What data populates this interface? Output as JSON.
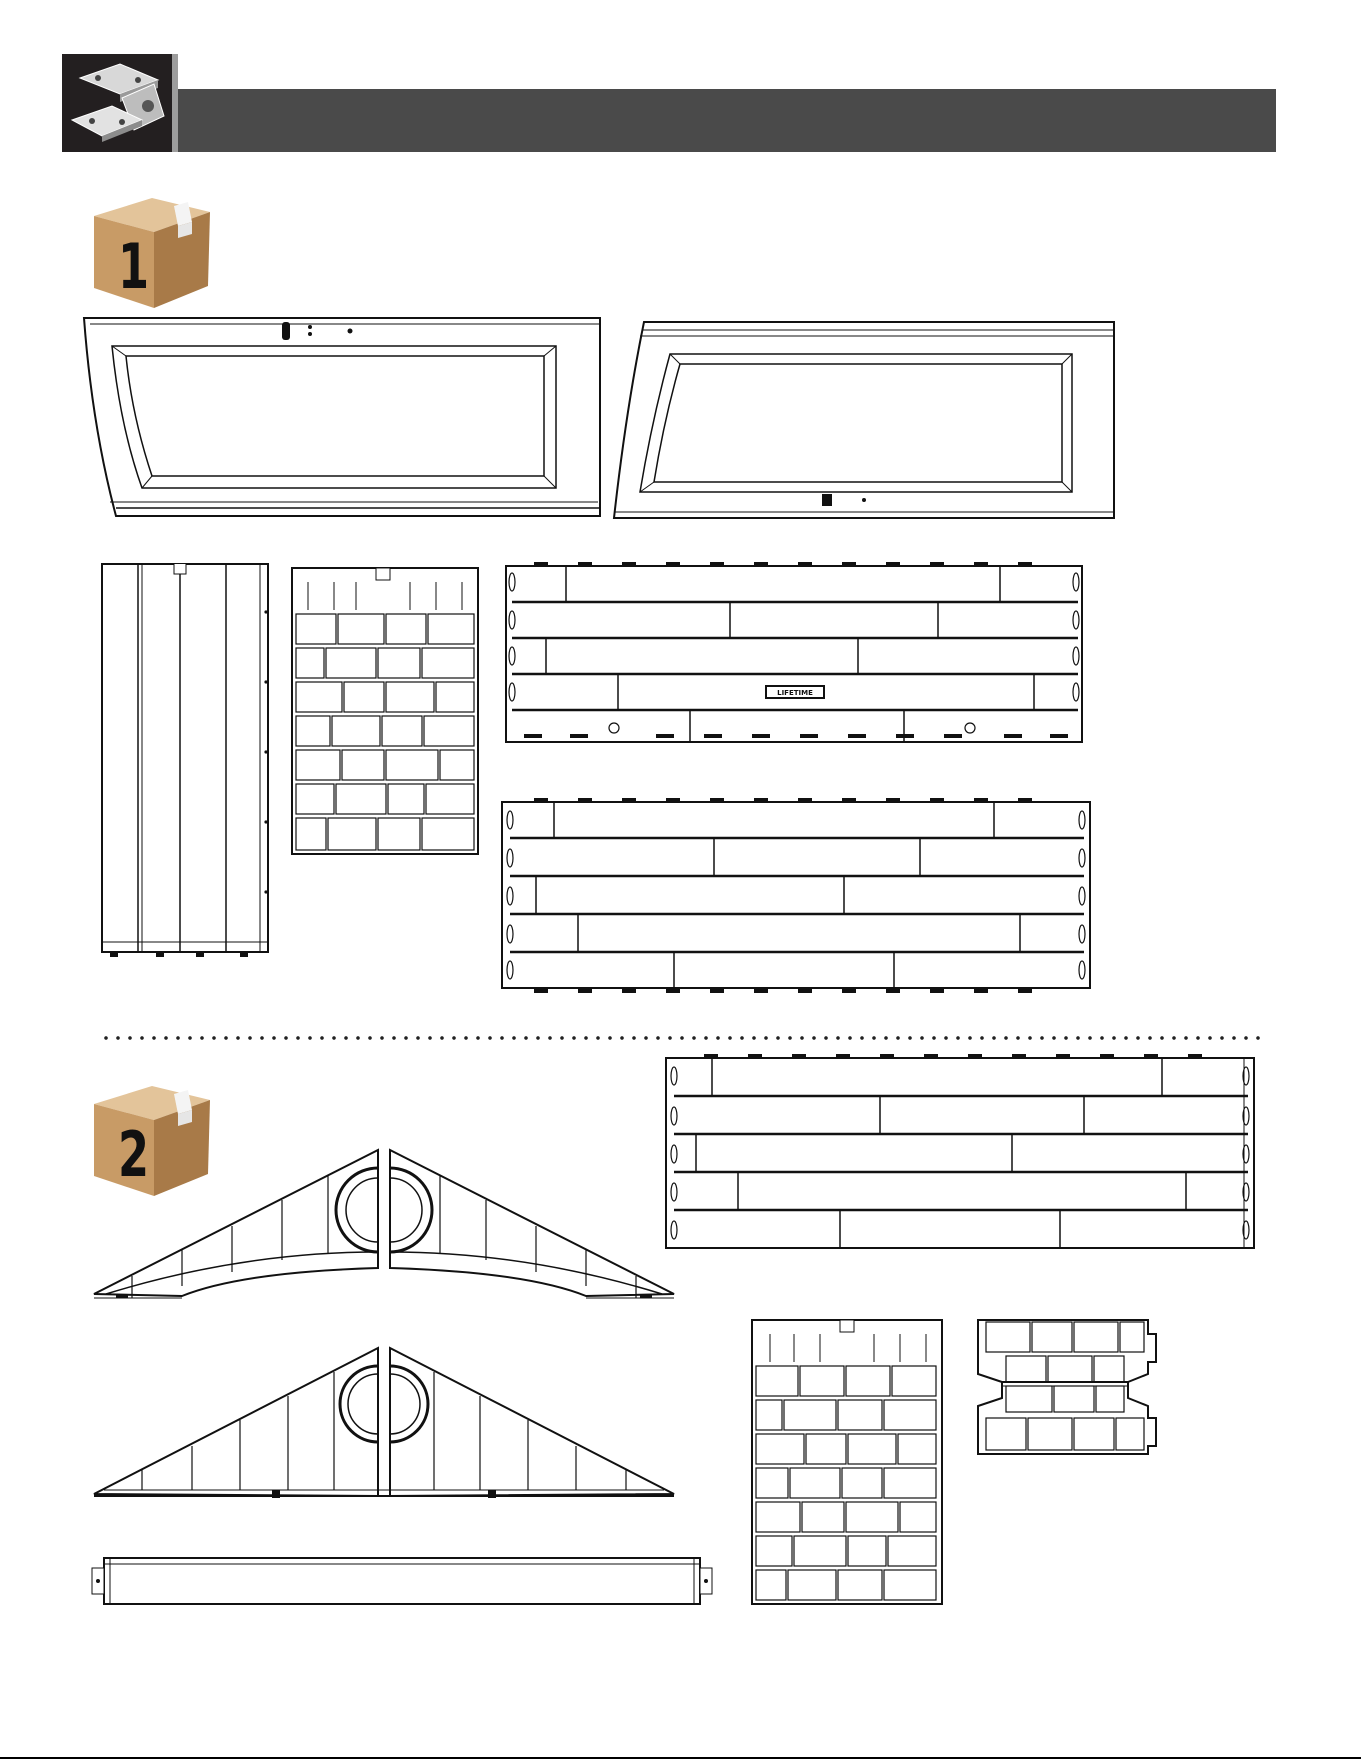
{
  "header": {
    "title": ""
  },
  "boxes": [
    {
      "number": "1"
    },
    {
      "number": "2"
    }
  ],
  "door_panel_badge": "LIFETIME",
  "colors": {
    "header_dark": "#231f20",
    "header_bar": "#4a4a4a",
    "header_divider": "#9d9d9d",
    "box_cardboard": "#c59a6a",
    "line_art": "#111111"
  },
  "icons": {
    "header": "bracket-icon",
    "box": "shipping-box-icon"
  }
}
